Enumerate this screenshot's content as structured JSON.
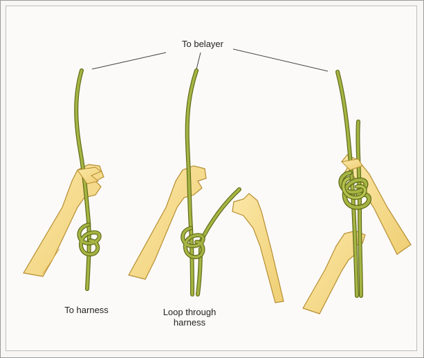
{
  "labels": {
    "to_belayer": "To belayer",
    "to_harness": "To harness",
    "loop_through_harness": "Loop through harness"
  },
  "colors": {
    "rope": "#9aa93a",
    "rope_dark": "#5e6b18",
    "skin": "#f6dd8f",
    "skin_shade": "#e3bf63",
    "leader_line": "#444444"
  },
  "panels": [
    {
      "step": 1,
      "caption_key": "to_harness"
    },
    {
      "step": 2,
      "caption_key": "loop_through_harness"
    },
    {
      "step": 3,
      "caption_key": ""
    }
  ]
}
